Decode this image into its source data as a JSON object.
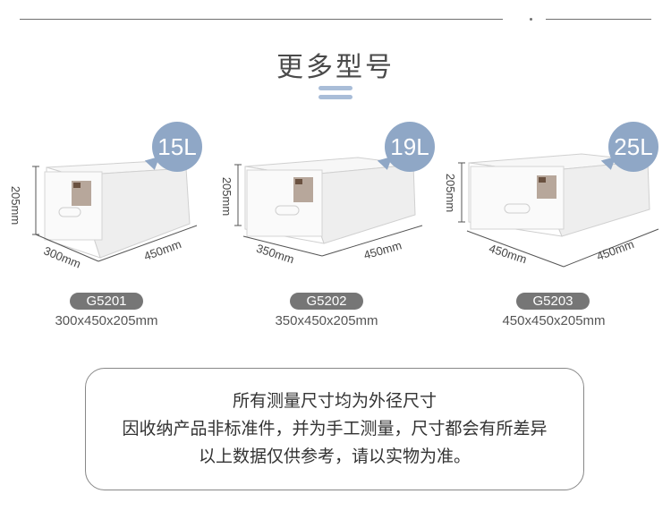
{
  "heading": {
    "title": "更多型号"
  },
  "products": [
    {
      "volume": "15L",
      "dim_height": "205mm",
      "dim_width": "300mm",
      "dim_depth": "450mm",
      "code": "G5201",
      "size": "300x450x205mm"
    },
    {
      "volume": "19L",
      "dim_height": "205mm",
      "dim_width": "350mm",
      "dim_depth": "450mm",
      "code": "G5202",
      "size": "350x450x205mm"
    },
    {
      "volume": "25L",
      "dim_height": "205mm",
      "dim_width": "450mm",
      "dim_depth": "450mm",
      "code": "G5203",
      "size": "450x450x205mm"
    }
  ],
  "note": {
    "lines": [
      "所有测量尺寸均为外径尺寸",
      "因收纳产品非标准件，并为手工测量，尺寸都会有所差异",
      "以上数据仅供参考，请以实物为准。"
    ]
  },
  "colors": {
    "accent": "#8fa7c6",
    "pill": "#767676"
  }
}
